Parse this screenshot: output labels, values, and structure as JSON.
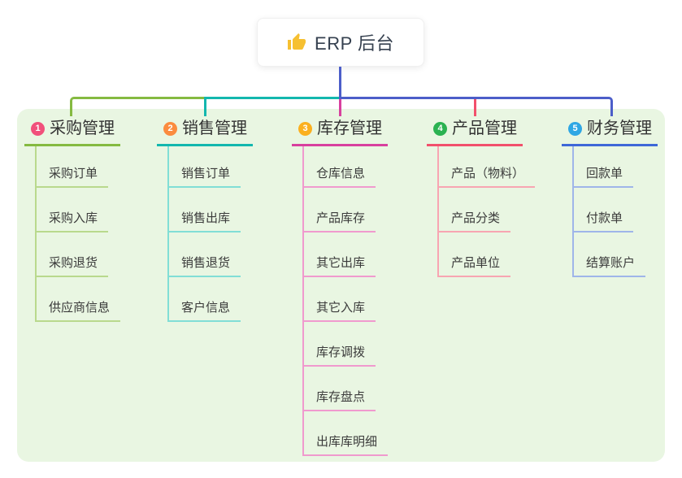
{
  "root": {
    "title": "ERP 后台",
    "icon": "thumbs-up",
    "icon_color": "#f9c win"
  },
  "colors": {
    "connector": "#4c5ec9",
    "panel_bg": "#e9f6e2",
    "thumb_icon": "#f6c031"
  },
  "branches": [
    {
      "badge": "1",
      "title": "采购管理",
      "colors": {
        "badge": "#f1507b",
        "main": "#85ba41",
        "light": "#b9d98d"
      },
      "items": [
        "采购订单",
        "采购入库",
        "采购退货",
        "供应商信息"
      ]
    },
    {
      "badge": "2",
      "title": "销售管理",
      "colors": {
        "badge": "#fb8c3f",
        "main": "#13b7ae",
        "light": "#81ded6"
      },
      "items": [
        "销售订单",
        "销售出库",
        "销售退货",
        "客户信息"
      ]
    },
    {
      "badge": "3",
      "title": "库存管理",
      "colors": {
        "badge": "#fbb01f",
        "main": "#d8409e",
        "light": "#f09ace"
      },
      "items": [
        "仓库信息",
        "产品库存",
        "其它出库",
        "其它入库",
        "库存调拨",
        "库存盘点",
        "出库库明细"
      ]
    },
    {
      "badge": "4",
      "title": "产品管理",
      "colors": {
        "badge": "#2bb251",
        "main": "#f2506c",
        "light": "#f8a5b2"
      },
      "items": [
        "产品（物料）",
        "产品分类",
        "产品单位"
      ]
    },
    {
      "badge": "5",
      "title": "财务管理",
      "colors": {
        "badge": "#2fa7e4",
        "main": "#3e68d8",
        "light": "#9fb5e9"
      },
      "items": [
        "回款单",
        "付款单",
        "结算账户"
      ]
    }
  ]
}
